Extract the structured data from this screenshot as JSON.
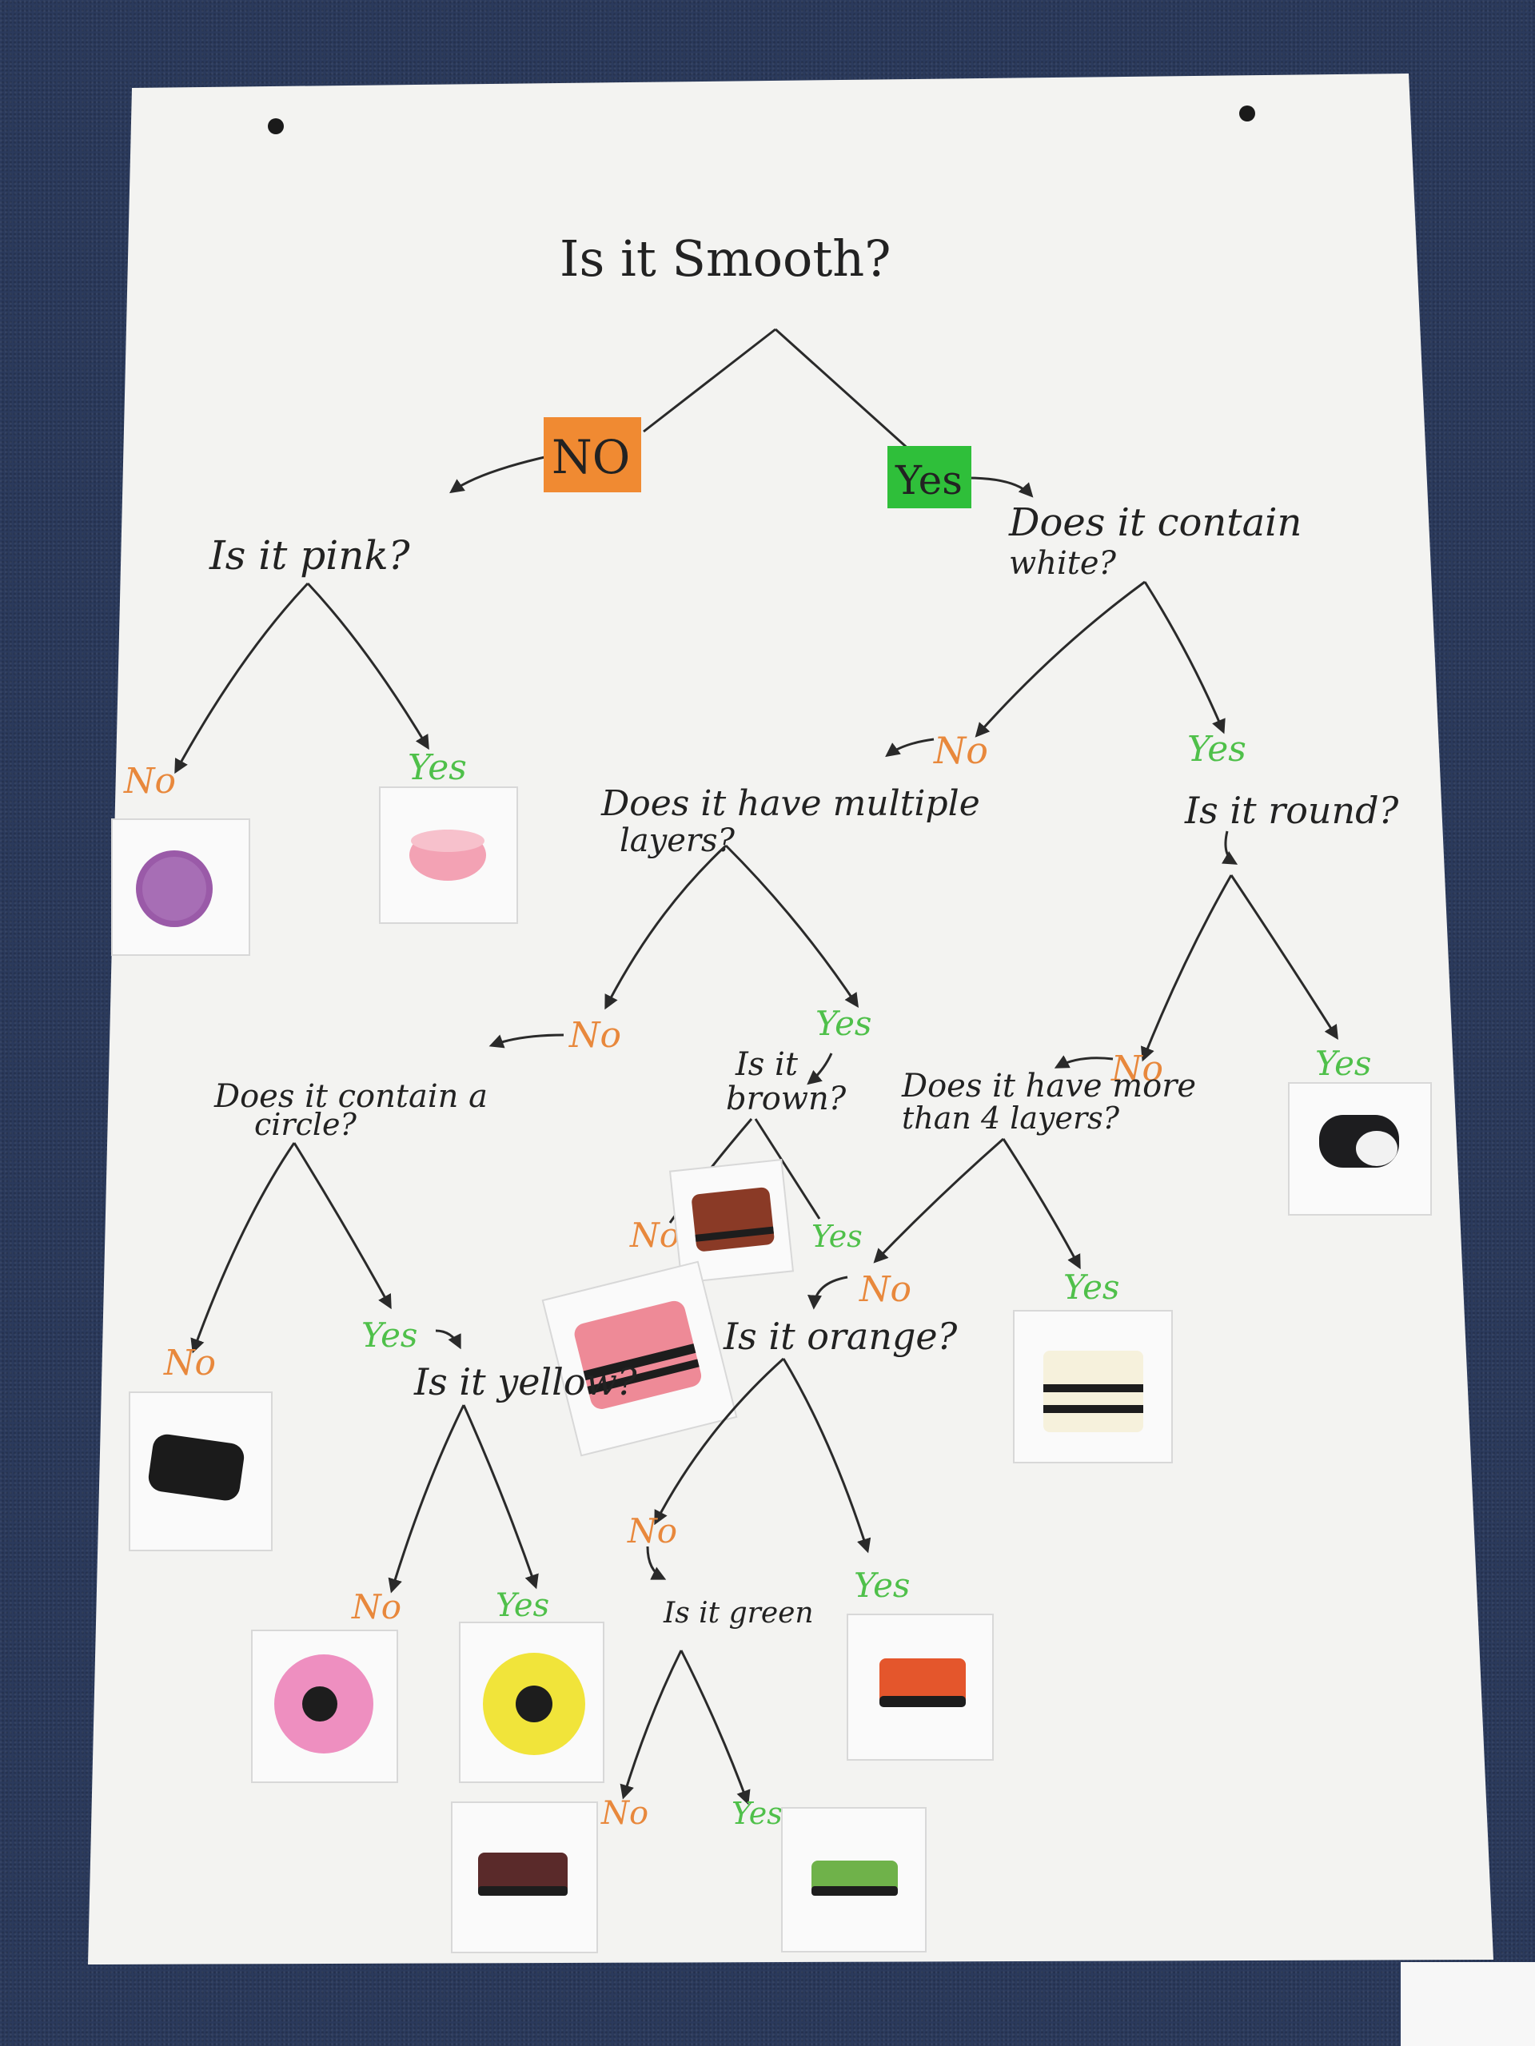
{
  "colors": {
    "no": "#e8883c",
    "yes": "#4fc04a",
    "no_box": "#f08a32",
    "yes_box": "#2fbf3a",
    "ink": "#222222"
  },
  "diagram": {
    "title": "Is it Smooth?",
    "root_no": "NO",
    "root_yes": "Yes",
    "q_pink": "Is it pink?",
    "q_white_1": "Does it contain",
    "q_white_2": "white?",
    "q_layers_1": "Does it have multiple",
    "q_layers_2": "layers?",
    "q_round": "Is it round?",
    "q_circle_1": "Does it contain a",
    "q_circle_2": "circle?",
    "q_brown_1": "Is it",
    "q_brown_2": "brown?",
    "q_more4_1": "Does it have more",
    "q_more4_2": "than 4 layers?",
    "q_yellow": "Is it yellow?",
    "q_orange": "Is it orange?",
    "q_green": "Is it green",
    "no": "No",
    "yes": "Yes"
  }
}
